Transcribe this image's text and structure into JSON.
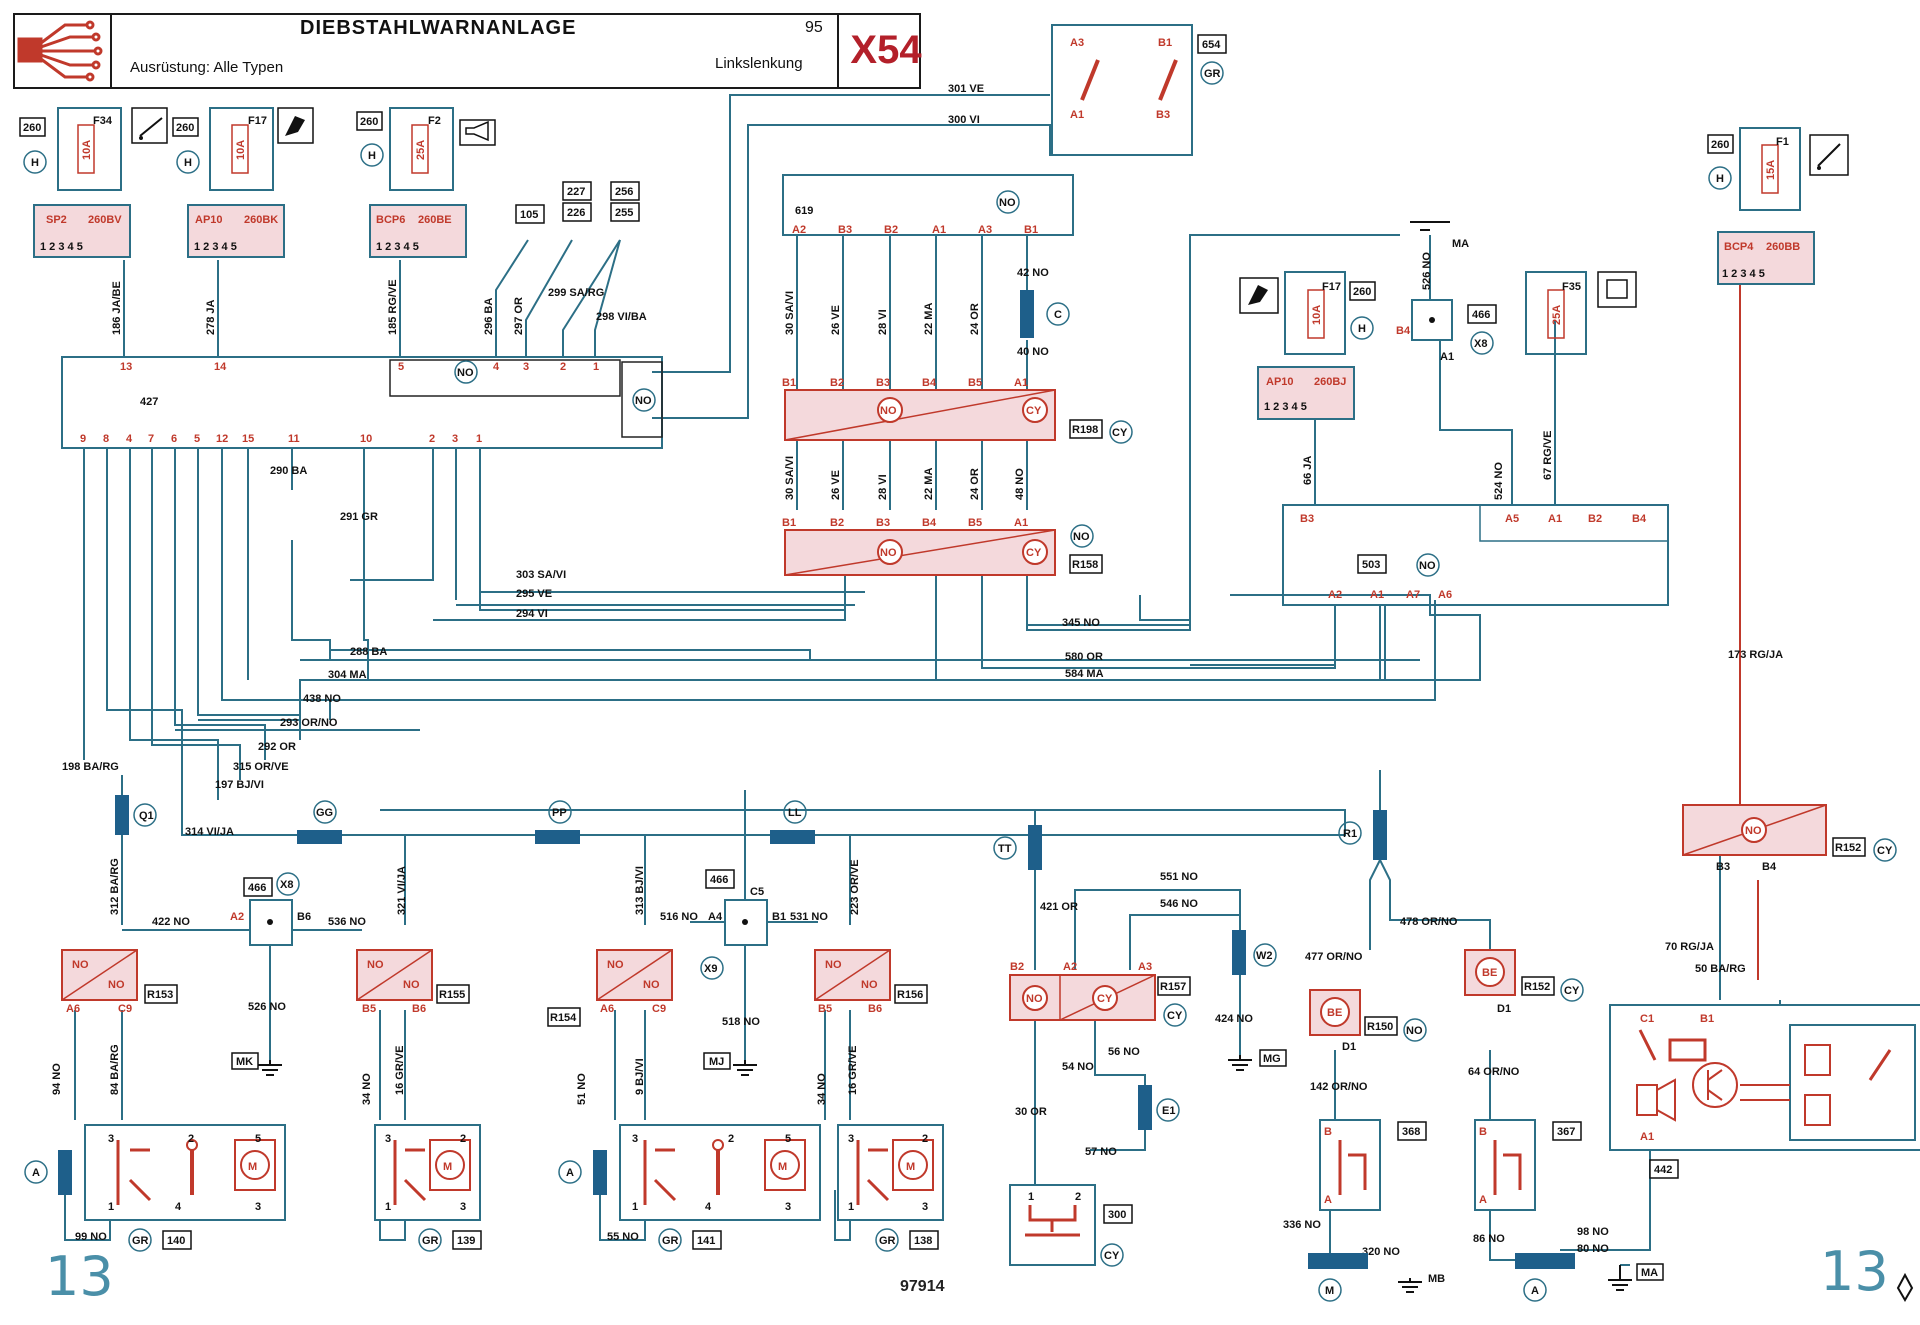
{
  "header": {
    "title": "DIEBSTAHLWARNANLAGE",
    "sheet_number": "95",
    "equipment": "Ausrüstung: Alle Typen",
    "steering": "Linkslenkung",
    "code": "X54"
  },
  "page_left": "13",
  "page_right": "13",
  "doc_number": "97914",
  "components": {
    "c427": "427",
    "c619": "619",
    "c503": "503",
    "c466a": "466",
    "c466b": "466",
    "c654": "654",
    "c442": "442",
    "c300": "300",
    "c368": "368",
    "c367": "367",
    "c140": "140",
    "c139": "139",
    "c141": "141",
    "c138": "138",
    "r198": "R198",
    "r158": "R158",
    "r153": "R153",
    "r155": "R155",
    "r154": "R154",
    "r156": "R156",
    "r157": "R157",
    "r150": "R150",
    "r152a": "R152",
    "r152b": "R152"
  },
  "fuses": {
    "f34": "F34",
    "f34_rating": "10A",
    "f17a": "F17",
    "f17a_rating": "10A",
    "f2": "F2",
    "f2_rating": "25A",
    "f17b": "F17",
    "f17b_rating": "10A",
    "f35": "F35",
    "f35_rating": "25A",
    "f1": "F1",
    "f1_rating": "15A"
  },
  "connectors": {
    "sp2": "SP2",
    "c260bv": "260BV",
    "ap10a": "AP10",
    "c260bk": "260BK",
    "bcp6": "BCP6",
    "c260be": "260BE",
    "ap10b": "AP10",
    "c260bj": "260BJ",
    "bcp4": "BCP4",
    "c260bb": "260BB"
  },
  "refs": {
    "r105": "105",
    "r227": "227",
    "r226": "226",
    "r256": "256",
    "r255": "255",
    "r260": "260"
  },
  "colors": {
    "wire": "#2c6f86",
    "power": "#c0392b",
    "component": "#2c6f86",
    "connector_fill": "#f4d9dc",
    "splice": "#1e5f8a",
    "black": "#111111"
  }
}
